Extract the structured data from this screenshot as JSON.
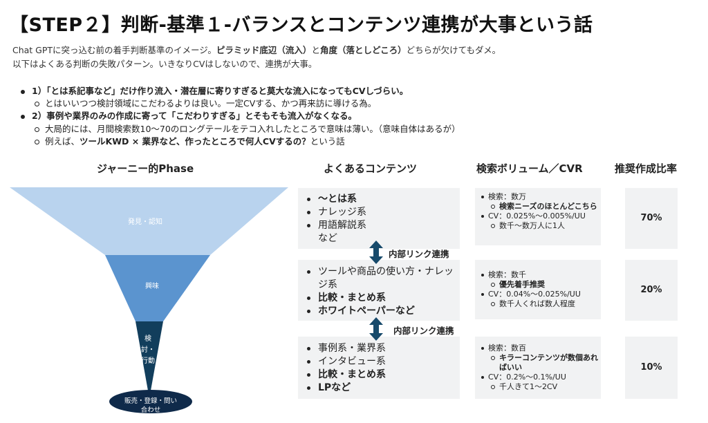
{
  "title": "【STEP２】判断-基準１-バランスとコンテンツ連携が大事という話",
  "intro": {
    "line1_pre": "Chat GPTに突っ込む前の着手判断基準のイメージ。",
    "line1_b1": "ピラミッド底辺（流入）",
    "line1_mid": "と",
    "line1_b2": "角度（落としどころ）",
    "line1_post": "どちらが欠けてもダメ。",
    "line2": "以下はよくある判断の失敗パターン。いきなりCVはしないので、連携が大事。"
  },
  "bullets": {
    "b1": "1）「とは系記事など」だけ作り流入・潜在層に寄りすぎると莫大な流入になってもCVしづらい。",
    "b1_sub": "とはいいつつ検討領域にこだわるよりは良い。一定CVする、かつ再来訪に導ける為。",
    "b2": "2）事例や業界のみの作成に寄って「こだわりすぎる」とそもそも流入がなくなる。",
    "b2_sub1": "大局的には、月間検索数10〜70のロングテールをテコ入れしたところで意味は薄い。（意味自体はあるが）",
    "b2_sub2_pre": "例えば、",
    "b2_sub2_b": "ツールKWD × 業界など、作ったところで何人CVするの？",
    "b2_sub2_post": "という話"
  },
  "headers": {
    "phase": "ジャーニー的Phase",
    "content": "よくあるコンテンツ",
    "volume": "検索ボリューム／CVR",
    "ratio": "推奨作成比率"
  },
  "funnel": {
    "stage1": "発見・認知",
    "stage2": "興味",
    "stage3": "検討・行動",
    "stage4": "販売・登録・問い合わせ",
    "colors": {
      "stage1": "#b9d3ee",
      "stage2": "#5b94cf",
      "stage3": "#123e5c",
      "stage4": "#0f2a4a"
    }
  },
  "content_rows": [
    {
      "items": [
        "〜とは系",
        "ナレッジ系",
        "用語解説系",
        "など"
      ]
    },
    {
      "items": [
        "ツールや商品の使い方・ナレッジ系",
        "比較・まとめ系",
        "ホワイトペーパーなど"
      ]
    },
    {
      "items": [
        "事例系・業界系",
        "インタビュー系",
        "比較・まとめ系",
        "LPなど"
      ]
    }
  ],
  "link_label": "内部リンク連携",
  "volume_rows": [
    {
      "search": "検索：数万",
      "search_sub": "検索ニーズのほとんどこちら",
      "cv": "CV：0.025%〜0.005%/UU",
      "cv_sub": "数千〜数万人に1人"
    },
    {
      "search": "検索：数千",
      "search_sub": "優先着手推奨",
      "cv": "CV：0.04%〜0.025%/UU",
      "cv_sub": "数千人くれば数人程度"
    },
    {
      "search": "検索：数百",
      "search_sub": "キラーコンテンツが数個あればいい",
      "cv": "CV：0.2%〜0.1%/UU",
      "cv_sub": "千人きて1〜2CV"
    }
  ],
  "ratios": [
    "70%",
    "20%",
    "10%"
  ],
  "arrow_color": "#174a6b"
}
